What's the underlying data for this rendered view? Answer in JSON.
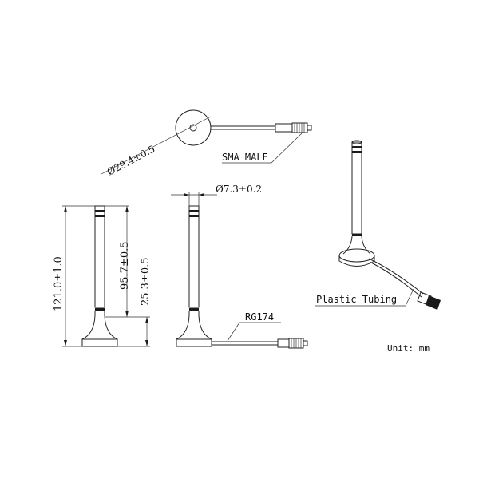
{
  "labels": {
    "base_diameter": "Ø29.4±0.5",
    "connector": "SMA MALE",
    "whip_diameter": "Ø7.3±0.2",
    "total_height": "121.0±1.0",
    "whip_height": "95.7±0.5",
    "base_height": "25.3±0.5",
    "cable": "RG174",
    "tubing": "Plastic Tubing",
    "unit": "Unit: mm"
  },
  "colors": {
    "line": "#222222",
    "background": "#ffffff"
  }
}
